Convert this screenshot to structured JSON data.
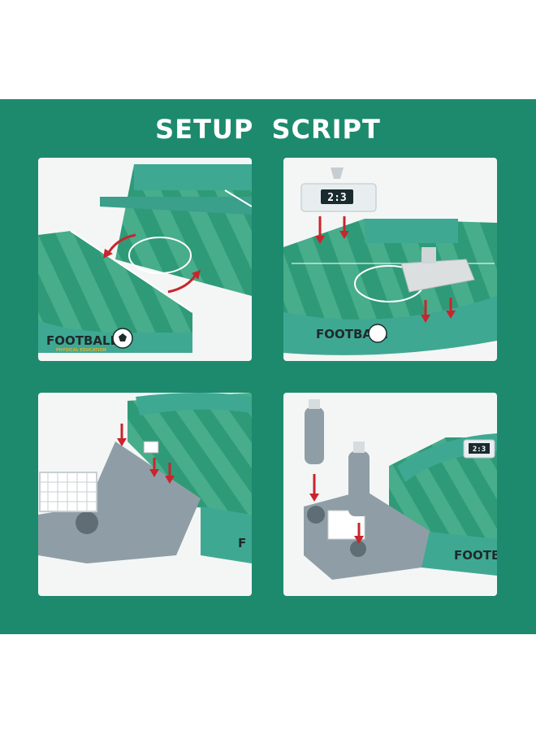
{
  "title": "SETUP SCRIPT",
  "brand": {
    "name": "FOOTBALL",
    "tagline": "PHYSICAL EDUCATION"
  },
  "scoreboard": {
    "score": "2:3"
  },
  "colors": {
    "band": "#1d8a6e",
    "pitch_dark": "#2f9a78",
    "pitch_light": "#47ad8a",
    "wall": "#3fa893",
    "grey_plastic": "#8f9ea6",
    "arrow": "#c9252c"
  }
}
